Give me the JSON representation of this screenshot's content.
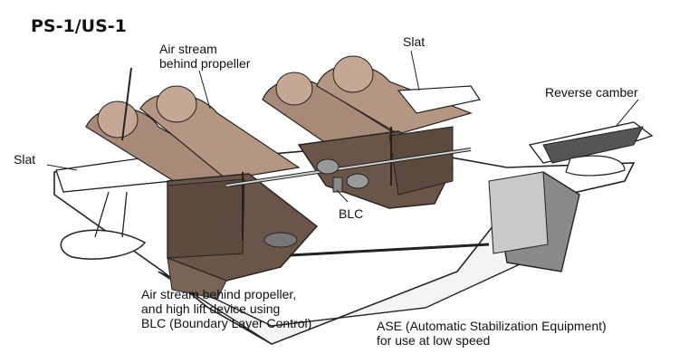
{
  "title": "PS-1/US-1",
  "labels": {
    "air_stream_upper_1": "Air stream",
    "air_stream_upper_2": "behind propeller",
    "slat_top": "Slat",
    "reverse_camber": "Reverse camber",
    "slat_left": "Slat",
    "blc": "BLC",
    "bottom_left_1": "Air stream behind propeller,",
    "bottom_left_2": "and high lift device using",
    "bottom_left_3": "BLC (Boundary Layer Control)",
    "bottom_right_1": "ASE (Automatic Stabilization Equipment)",
    "bottom_right_2": "for use at low speed"
  },
  "colors": {
    "flap_dark": "#6b5548",
    "airstream": "#a98a78",
    "airstream_light": "#c4a795",
    "tail_grey": "#8a8a8a",
    "outline": "#222222",
    "fuselage": "#ffffff"
  }
}
